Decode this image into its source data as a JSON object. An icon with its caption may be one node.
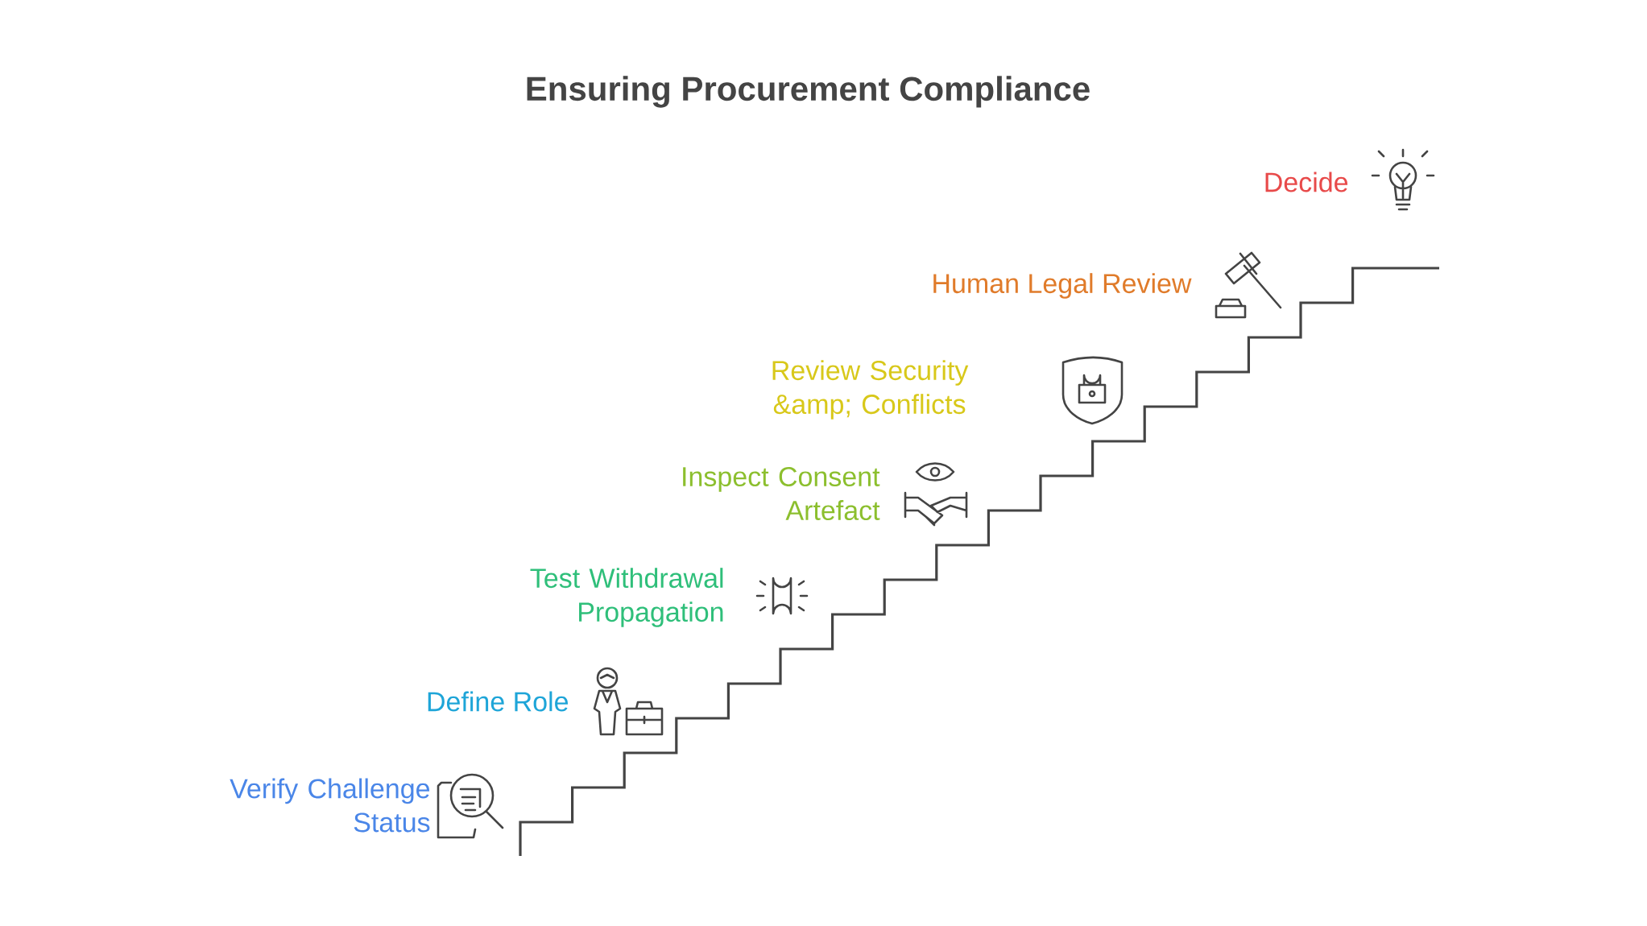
{
  "diagram": {
    "title": "Ensuring Procurement Compliance",
    "labels": [
      "Decide",
      "Human Legal Review",
      "Review Security &amp; Conflicts",
      "Inspect Consent Artefact",
      "Test Withdrawal Propagation",
      "Define Role",
      "Verify Challenge Status"
    ]
  }
}
